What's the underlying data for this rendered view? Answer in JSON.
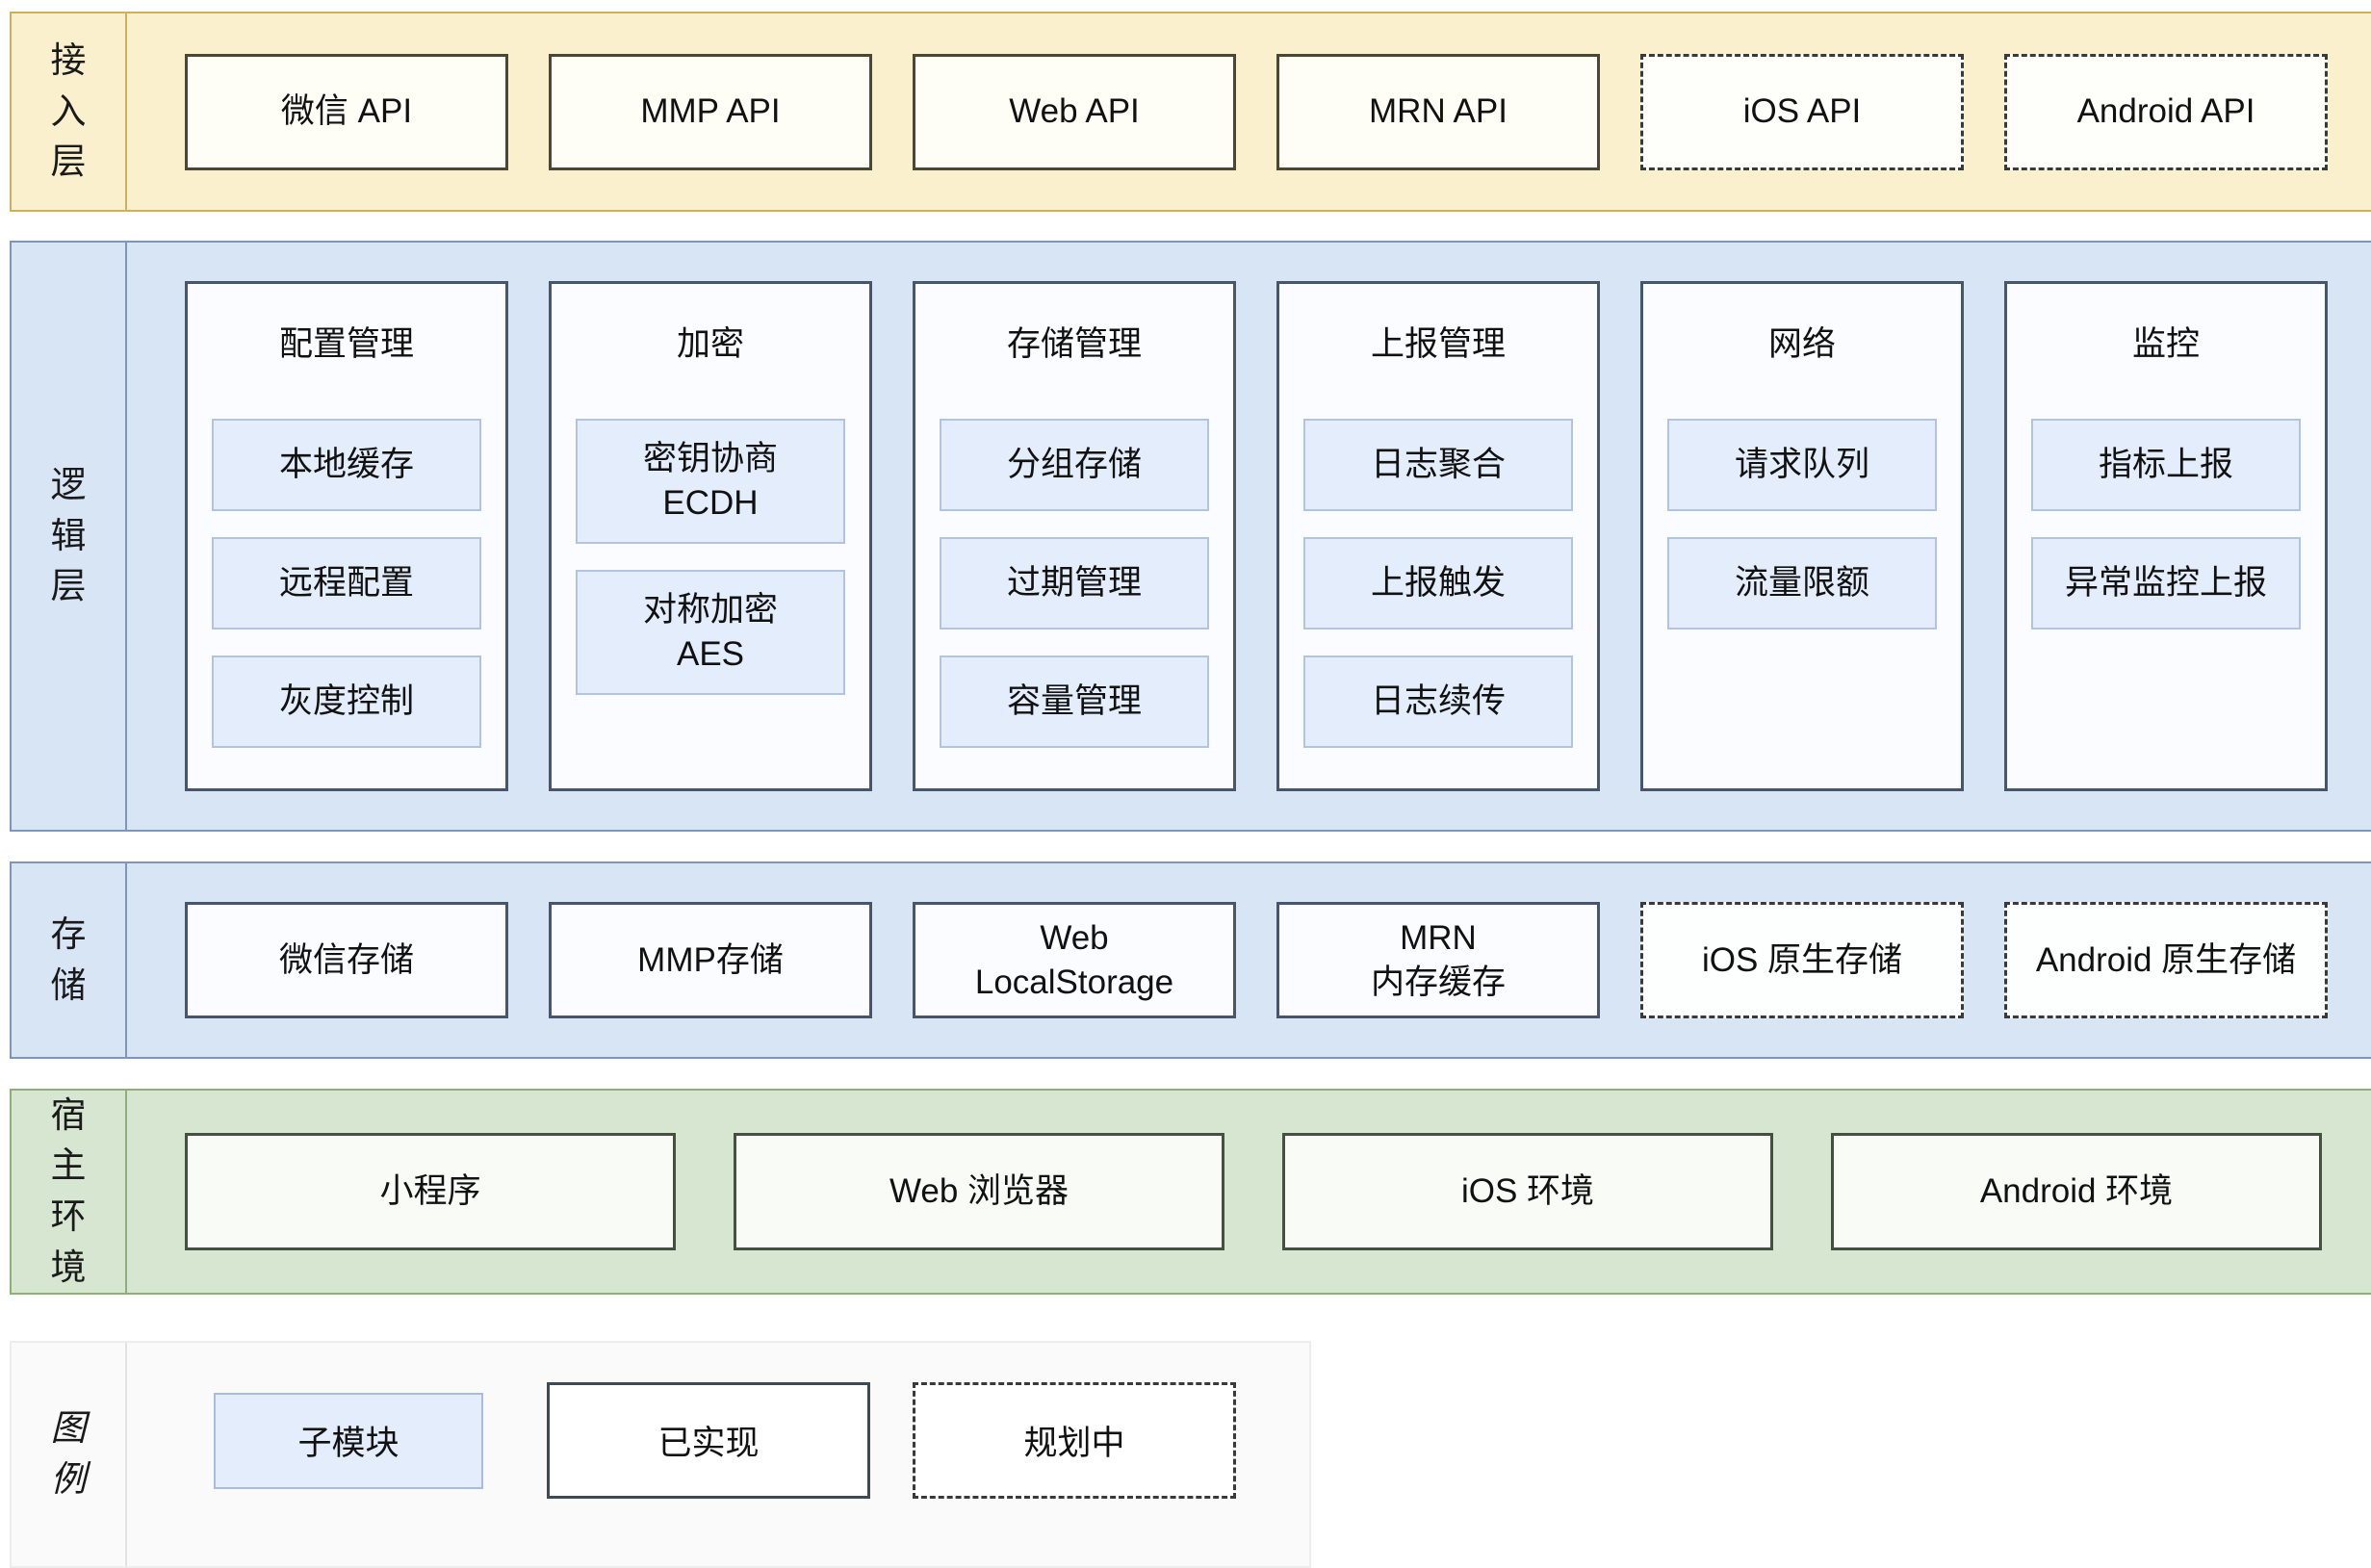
{
  "colors": {
    "access_band_fill": "#FBF0CE",
    "access_band_border": "#CBB15F",
    "blue_band_fill": "#D8E5F5",
    "blue_band_border": "#8096B8",
    "host_band_fill": "#D7E6D0",
    "host_band_border": "#8FAE7C",
    "legend_band_fill": "#FAFAFA",
    "legend_band_border": "#EDEDED",
    "column_border": "#47566C",
    "submodule_fill": "#E4EDFB",
    "submodule_border": "#B2C4DF"
  },
  "access": {
    "label": "接入层",
    "boxes": [
      {
        "text": "微信 API",
        "variant": "solid"
      },
      {
        "text": "MMP API",
        "variant": "solid"
      },
      {
        "text": "Web API",
        "variant": "solid"
      },
      {
        "text": "MRN API",
        "variant": "solid"
      },
      {
        "text": "iOS API",
        "variant": "dashed"
      },
      {
        "text": "Android API",
        "variant": "dashed"
      }
    ]
  },
  "logic": {
    "label": "逻辑层",
    "columns": [
      {
        "title": "配置管理",
        "modules": [
          {
            "text": "本地缓存"
          },
          {
            "text": "远程配置"
          },
          {
            "text": "灰度控制"
          }
        ]
      },
      {
        "title": "加密",
        "modules": [
          {
            "text": "密钥协商\nECDH"
          },
          {
            "text": "对称加密\nAES"
          }
        ]
      },
      {
        "title": "存储管理",
        "modules": [
          {
            "text": "分组存储"
          },
          {
            "text": "过期管理"
          },
          {
            "text": "容量管理"
          }
        ]
      },
      {
        "title": "上报管理",
        "modules": [
          {
            "text": "日志聚合"
          },
          {
            "text": "上报触发"
          },
          {
            "text": "日志续传"
          }
        ]
      },
      {
        "title": "网络",
        "modules": [
          {
            "text": "请求队列"
          },
          {
            "text": "流量限额"
          }
        ]
      },
      {
        "title": "监控",
        "modules": [
          {
            "text": "指标上报"
          },
          {
            "text": "异常监控上报"
          }
        ]
      }
    ]
  },
  "storage": {
    "label": "存储",
    "boxes": [
      {
        "text": "微信存储",
        "variant": "solid"
      },
      {
        "text": "MMP存储",
        "variant": "solid"
      },
      {
        "text": "Web\nLocalStorage",
        "variant": "solid"
      },
      {
        "text": "MRN\n内存缓存",
        "variant": "solid"
      },
      {
        "text": "iOS 原生存储",
        "variant": "dashed"
      },
      {
        "text": "Android 原生存储",
        "variant": "dashed"
      }
    ]
  },
  "host": {
    "label": "宿主环境",
    "boxes": [
      {
        "text": "小程序"
      },
      {
        "text": "Web 浏览器"
      },
      {
        "text": "iOS 环境"
      },
      {
        "text": "Android 环境"
      }
    ]
  },
  "legend": {
    "label": "图例",
    "items": [
      {
        "text": "子模块",
        "variant": "submodule"
      },
      {
        "text": "已实现",
        "variant": "solid"
      },
      {
        "text": "规划中",
        "variant": "dashed"
      }
    ]
  }
}
